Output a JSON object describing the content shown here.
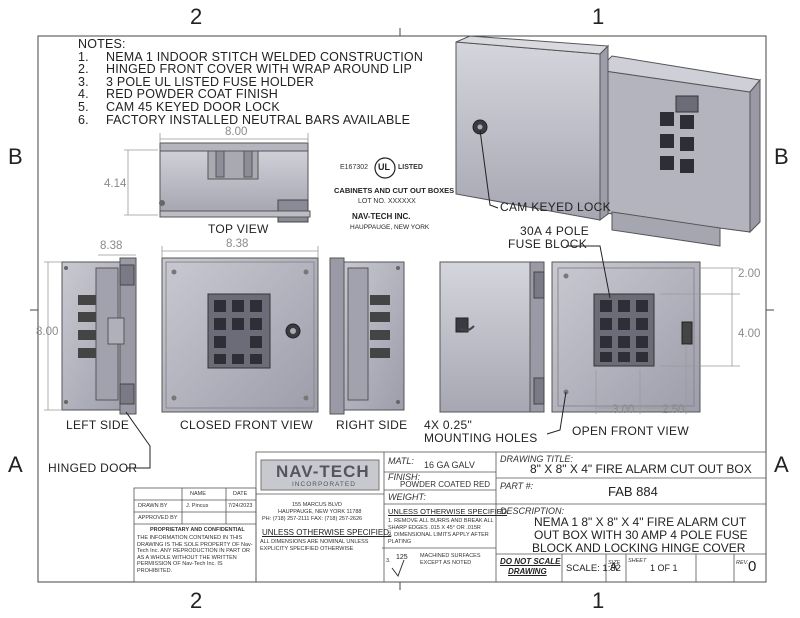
{
  "zones": {
    "top_left": "2",
    "top_right": "1",
    "bottom_left": "2",
    "bottom_right": "1",
    "left_b": "B",
    "right_b": "B",
    "left_a": "A",
    "right_a": "A"
  },
  "notes": {
    "title": "NOTES:",
    "items": [
      {
        "num": "1.",
        "text": "NEMA 1 INDOOR STITCH WELDED CONSTRUCTION"
      },
      {
        "num": "2.",
        "text": "HINGED FRONT COVER WITH WRAP AROUND LIP"
      },
      {
        "num": "3.",
        "text": "3 POLE UL LISTED FUSE HOLDER"
      },
      {
        "num": "4.",
        "text": "RED POWDER COAT FINISH"
      },
      {
        "num": "5.",
        "text": "CAM 45 KEYED DOOR LOCK"
      },
      {
        "num": "6.",
        "text": "FACTORY INSTALLED NEUTRAL BARS AVAILABLE"
      }
    ]
  },
  "ul_block": {
    "file": "E167302",
    "mark": "UL",
    "listed": "LISTED",
    "category": "CABINETS AND CUT OUT BOXES",
    "lot": "LOT NO. XXXXXX",
    "company": "NAV-TECH INC.",
    "city": "HAUPPAUGE, NEW YORK"
  },
  "views": {
    "top": "TOP VIEW",
    "left": "LEFT SIDE",
    "closed_front": "CLOSED FRONT VIEW",
    "right": "RIGHT SIDE",
    "open_front": "OPEN FRONT VIEW"
  },
  "callouts": {
    "cam_lock": "CAM KEYED LOCK",
    "fuse_block_1": "30A 4 POLE",
    "fuse_block_2": "FUSE BLOCK",
    "hinged_door": "HINGED DOOR",
    "mounting_1": "4X 0.25\"",
    "mounting_2": "MOUNTING HOLES"
  },
  "dimensions": {
    "top_width": "8.00",
    "top_depth": "4.14",
    "overall_width": "8.38",
    "front_width": "8.38",
    "height": "8.00",
    "open_top": "2.00",
    "open_spacing": "4.00",
    "open_horiz_1": "3.00",
    "open_horiz_2": "2.50"
  },
  "title_block": {
    "logo_line1": "NAV-TECH",
    "logo_line2": "INCORPORATED",
    "address1": "155 MARCUS BLVD",
    "address2": "HAUPPAUGE, NEW YORK 11788",
    "phone": "PH: (718) 257-2111  FAX: (718) 257-2626",
    "col_name": "NAME",
    "col_date": "DATE",
    "drawn_by_label": "DRAWN BY",
    "drawn_by_name": "J. Pincus",
    "drawn_date": "7/24/2023",
    "approved_label": "APPROVED BY",
    "prop_title": "PROPRIETARY AND CONFIDENTIAL",
    "prop_text": "THE INFORMATION CONTAINED IN THIS DRAWING IS THE SOLE PROPERTY OF Nav-Tech Inc. ANY REPRODUCTION IN PART OR AS A WHOLE WITHOUT THE WRITTEN PERMISSION OF Nav-Tech Inc. IS PROHIBITED.",
    "unless1_title": "UNLESS OTHERWISE SPECIFIED:",
    "unless1_text": "ALL DIMENSIONS ARE NOMINAL UNLESS EXPLICITY SPECIFIED OTHERWISE",
    "matl_label": "MATL:",
    "matl_value": "16 GA GALV",
    "finish_label": "FINISH:",
    "finish_value": "POWDER COATED RED",
    "weight_label": "WEIGHT:",
    "unless2_title": "UNLESS OTHERWISE SPECIFIED",
    "unless2_line1": "1. REMOVE ALL BURRS AND BREAK ALL SHARP EDGES  .015 X 45° OR .015R",
    "unless2_line2": "2. DIMENSIONAL LIMITS APPLY AFTER PLATING",
    "unless2_line3_num": "3.",
    "unless2_line3_val": "125",
    "unless2_line3_text": "MACHINED SURFACES EXCEPT AS NOTED",
    "drawing_title_label": "DRAWING TITLE:",
    "drawing_title": "8\" X 8\" X 4\" FIRE ALARM CUT OUT BOX",
    "part_label": "PART #:",
    "part_value": "FAB 884",
    "desc_label": "DESCRIPTION:",
    "desc_line1": "NEMA 1 8\" X 8\" X 4\" FIRE ALARM CUT",
    "desc_line2": "OUT BOX WITH 30 AMP 4 POLE FUSE",
    "desc_line3": "BLOCK AND LOCKING HINGE COVER",
    "do_not_scale_1": "DO NOT SCALE",
    "do_not_scale_2": "DRAWING",
    "scale": "SCALE: 1:32",
    "size_label": "SIZE",
    "size_value": "A",
    "sheet_label": "SHEET",
    "sheet_value": "1 OF 1",
    "rev_label": "REV.",
    "rev_value": "0"
  }
}
